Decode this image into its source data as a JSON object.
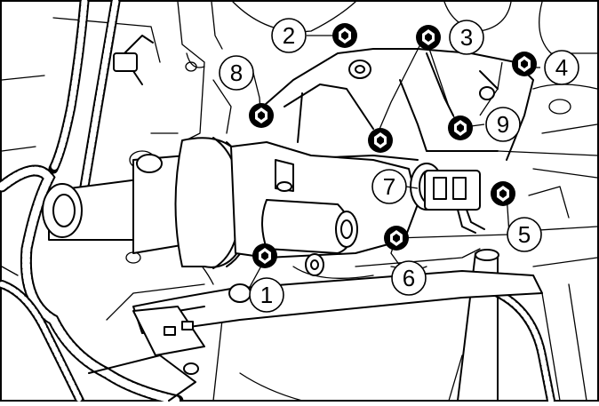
{
  "callouts": [
    {
      "id": "1",
      "label": "1"
    },
    {
      "id": "2",
      "label": "2"
    },
    {
      "id": "3",
      "label": "3"
    },
    {
      "id": "4",
      "label": "4"
    },
    {
      "id": "5",
      "label": "5"
    },
    {
      "id": "6",
      "label": "6"
    },
    {
      "id": "7",
      "label": "7"
    },
    {
      "id": "8",
      "label": "8"
    },
    {
      "id": "9",
      "label": "9"
    }
  ],
  "colors": {
    "line": "#000000",
    "background": "#ffffff",
    "bolt_head": "#000000"
  }
}
